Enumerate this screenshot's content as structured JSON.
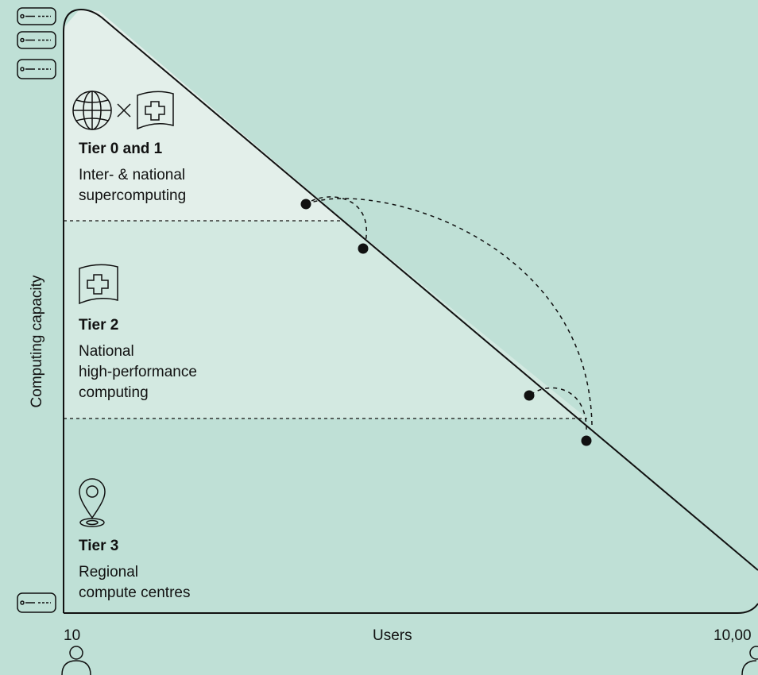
{
  "axes": {
    "y_label": "Computing capacity",
    "x_label": "Users",
    "x_min_label": "10",
    "x_max_label": "10,00"
  },
  "tiers": [
    {
      "title": "Tier 0 and 1",
      "desc_lines": [
        "Inter- & national",
        "supercomputing"
      ],
      "icons": [
        "globe-icon",
        "times-icon",
        "swiss-flag-icon"
      ]
    },
    {
      "title": "Tier 2",
      "desc_lines": [
        "National",
        "high-performance",
        "computing"
      ],
      "icons": [
        "swiss-flag-icon"
      ]
    },
    {
      "title": "Tier 3",
      "desc_lines": [
        "Regional",
        "compute centres"
      ],
      "icons": [
        "location-pin-icon"
      ]
    }
  ],
  "colors": {
    "background": "#bfe0d6",
    "region_light": "#e3efea",
    "region_mid": "#d3e9e1",
    "stroke": "#111111"
  }
}
